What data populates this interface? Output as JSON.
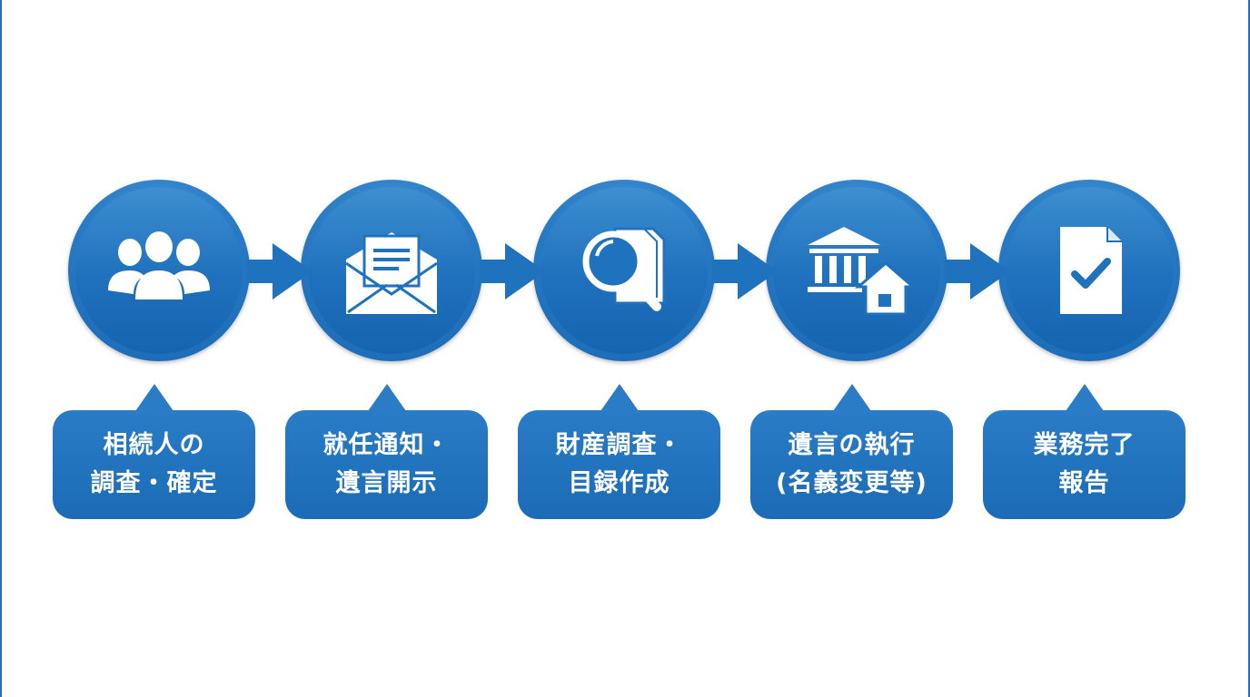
{
  "colors": {
    "primary": "#1f72bd",
    "light": "#4a9ad8",
    "icon": "#ffffff",
    "frame": "#2a6fb5"
  },
  "steps": [
    {
      "icon": "people-group-icon",
      "line1": "相続人の",
      "line2": "調査・確定"
    },
    {
      "icon": "envelope-letter-icon",
      "line1": "就任通知・",
      "line2": "遺言開示"
    },
    {
      "icon": "magnifier-documents-icon",
      "line1": "財産調査・",
      "line2": "目録作成"
    },
    {
      "icon": "bank-house-icon",
      "line1": "遺言の執行",
      "line2": "(名義変更等)"
    },
    {
      "icon": "document-check-icon",
      "line1": "業務完了",
      "line2": "報告"
    }
  ]
}
